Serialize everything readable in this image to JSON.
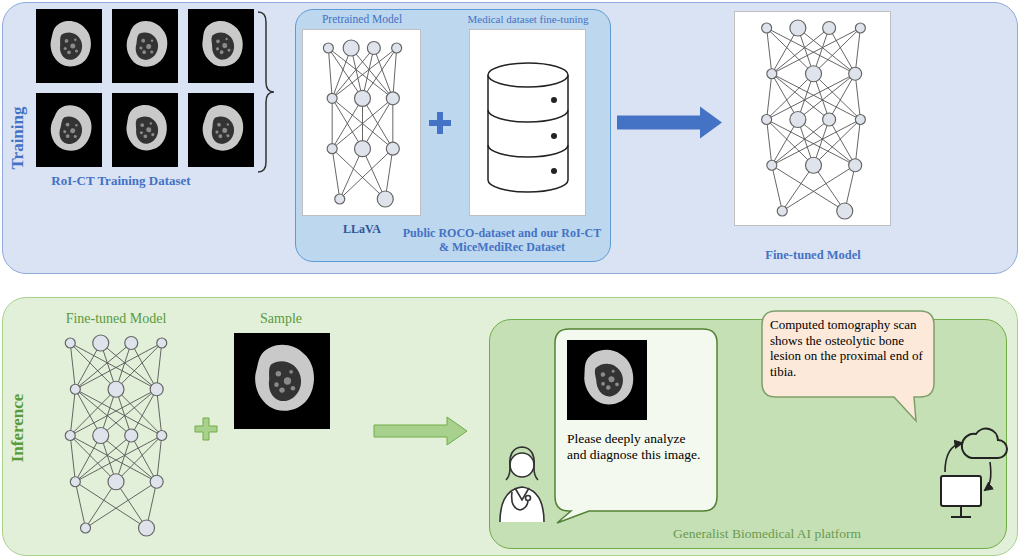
{
  "diagram": {
    "nodes": [
      {
        "text": [
          "Training"
        ]
      },
      {
        "text": [
          "RoI-CT Training Dataset"
        ],
        "in": 0
      },
      {
        "text": [
          "Pretrained Model",
          "LLaVA"
        ],
        "in": 0
      },
      {
        "text": [
          "Medical dataset fine-tuning",
          "Public ROCO-dataset and our RoI-CT & MiceMediRec Dataset"
        ],
        "in": 0
      },
      {
        "text": [
          "Fine-tuned Model"
        ],
        "in": 0
      },
      {
        "text": [
          "Inference"
        ]
      },
      {
        "text": [
          "Fine-tuned Model"
        ],
        "in": 5
      },
      {
        "text": [
          "Sample"
        ],
        "in": 5
      },
      {
        "text": [
          "Generalist Biomedical AI platform"
        ],
        "in": 5
      },
      {
        "text": [
          "Please deeply analyze and diagnose this image."
        ],
        "in": 8
      },
      {
        "text": [
          "Computed tomography scan shows the osteolytic bone lesion on the proximal end of tibia."
        ],
        "in": 8
      }
    ],
    "edges": [
      {
        "from": 3,
        "to": 4,
        "arrow": "to"
      },
      {
        "from": 7,
        "to": 8,
        "arrow": "to"
      }
    ]
  }
}
